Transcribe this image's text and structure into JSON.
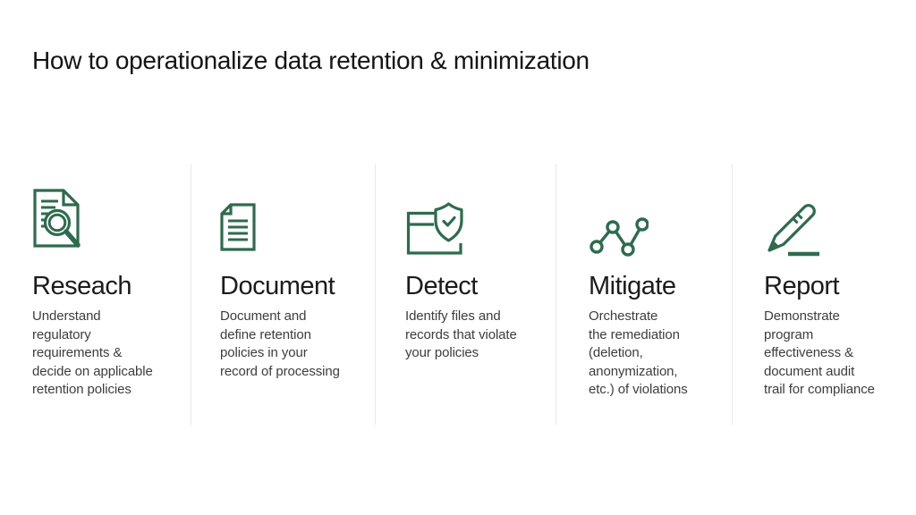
{
  "title": "How to operationalize data retention & minimization",
  "accent_color": "#2E6B4D",
  "divider_color": "#E9E9E9",
  "steps": [
    {
      "heading": "Reseach",
      "body": "Understand\nregulatory\nrequirements &\ndecide on applicable\nretention policies",
      "icon": "document-search-icon"
    },
    {
      "heading": "Document",
      "body": "Document and\ndefine retention\npolicies in your\nrecord of processing",
      "icon": "document-lines-icon"
    },
    {
      "heading": "Detect",
      "body": "Identify files and\nrecords that violate\nyour policies",
      "icon": "file-shield-check-icon"
    },
    {
      "heading": "Mitigate",
      "body": "Orchestrate\nthe remediation\n(deletion,\nanonymization,\n etc.) of violations",
      "icon": "activity-graph-icon"
    },
    {
      "heading": "Report",
      "body": "Demonstrate\nprogram\neffectiveness &\ndocument audit\ntrail for compliance",
      "icon": "pencil-report-icon"
    }
  ]
}
